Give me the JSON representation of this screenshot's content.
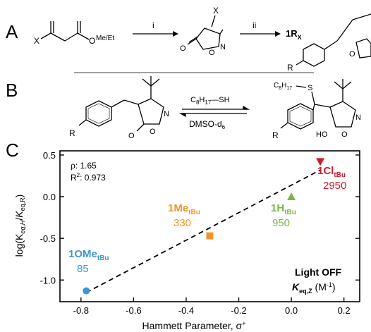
{
  "panels": {
    "A": "A",
    "B": "B",
    "C": "C"
  },
  "schemeA": {
    "reactant_sub": "X",
    "ester": "O",
    "ester_r": "Me/Et",
    "step1": "i",
    "step2": "ii",
    "product_x": "X",
    "product_n": "N",
    "product_o1": "O",
    "product_o2": "O",
    "target_main": "1R",
    "target_sub": "X",
    "target_r": "R",
    "target_o": "O"
  },
  "schemeB": {
    "r1": "R",
    "n1": "N",
    "o1": "O",
    "o2": "O",
    "reagent_main": "C",
    "reagent_sub": "8",
    "reagent_rest": "H",
    "reagent_sub2": "17",
    "reagent_sh": "—SH",
    "solvent_main": "DMSO-d",
    "solvent_sub": "6",
    "prod_chain_main": "C",
    "prod_chain_sub": "8",
    "prod_chain_rest": "H",
    "prod_chain_sub2": "17",
    "prod_s": "S",
    "prod_n": "N",
    "prod_o": "O",
    "prod_ho": "HO",
    "prod_r": "R"
  },
  "chart_data": {
    "type": "scatter",
    "xlabel_main": "Hammett Parameter, σ",
    "xlabel_sup": "+",
    "ylabel": "log(K",
    "xlim": [
      -0.88,
      0.26
    ],
    "ylim": [
      -1.26,
      0.55
    ],
    "x_ticks": [
      -0.8,
      -0.6,
      -0.4,
      -0.2,
      0.0,
      0.2
    ],
    "x_tick_labels": [
      "-0.8",
      "-0.6",
      "-0.4",
      "-0.2",
      "0.0",
      "0.2"
    ],
    "y_ticks": [
      -1.0,
      -0.5,
      0.0,
      0.5
    ],
    "y_tick_labels": [
      "-1.0",
      "-0.5",
      "0.0",
      "0.5"
    ],
    "stats": {
      "rho": "ρ: 1.65",
      "r2_main": "R",
      "r2_sup": "2",
      "r2_val": ": 0.973"
    },
    "legend_main": "Light OFF",
    "legend_k": "K",
    "legend_sub": "eq,Z",
    "legend_unit": " (M",
    "legend_unit_sup": "-1",
    "legend_unit_close": ")",
    "fit": {
      "x": [
        -0.78,
        0.11
      ],
      "y": [
        -1.15,
        0.32
      ]
    },
    "points": [
      {
        "name": "1OMe",
        "sub": "tBu",
        "k": "85",
        "x": -0.78,
        "y": -1.13,
        "color": "#3d97cf",
        "marker": "circle"
      },
      {
        "name": "1Me",
        "sub": "tBu",
        "k": "330",
        "x": -0.31,
        "y": -0.47,
        "color": "#f0952a",
        "marker": "square"
      },
      {
        "name": "1H",
        "sub": "tBu",
        "k": "950",
        "x": 0.0,
        "y": 0.0,
        "color": "#7ab648",
        "marker": "triangle-up"
      },
      {
        "name": "1Cl",
        "sub": "tBu",
        "k": "2950",
        "x": 0.11,
        "y": 0.42,
        "color": "#c81e2a",
        "marker": "triangle-down"
      }
    ]
  }
}
